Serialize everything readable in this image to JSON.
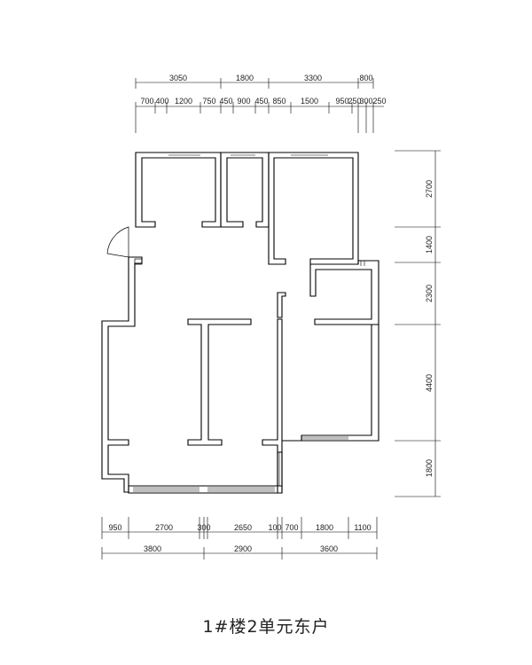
{
  "title": "1#楼2单元东户",
  "dimensions": {
    "top_outer": [
      "3050",
      "1800",
      "3300",
      "800"
    ],
    "top_inner": [
      "700",
      "400",
      "1200",
      "750",
      "450",
      "900",
      "450",
      "850",
      "1500",
      "950",
      "250",
      "300",
      "250"
    ],
    "right": [
      "2700",
      "1400",
      "2300",
      "4400",
      "1800"
    ],
    "bottom_inner": [
      "950",
      "2700",
      "300",
      "2650",
      "100",
      "700",
      "1800",
      "1100"
    ],
    "bottom_outer": [
      "3800",
      "2900",
      "3600"
    ]
  }
}
